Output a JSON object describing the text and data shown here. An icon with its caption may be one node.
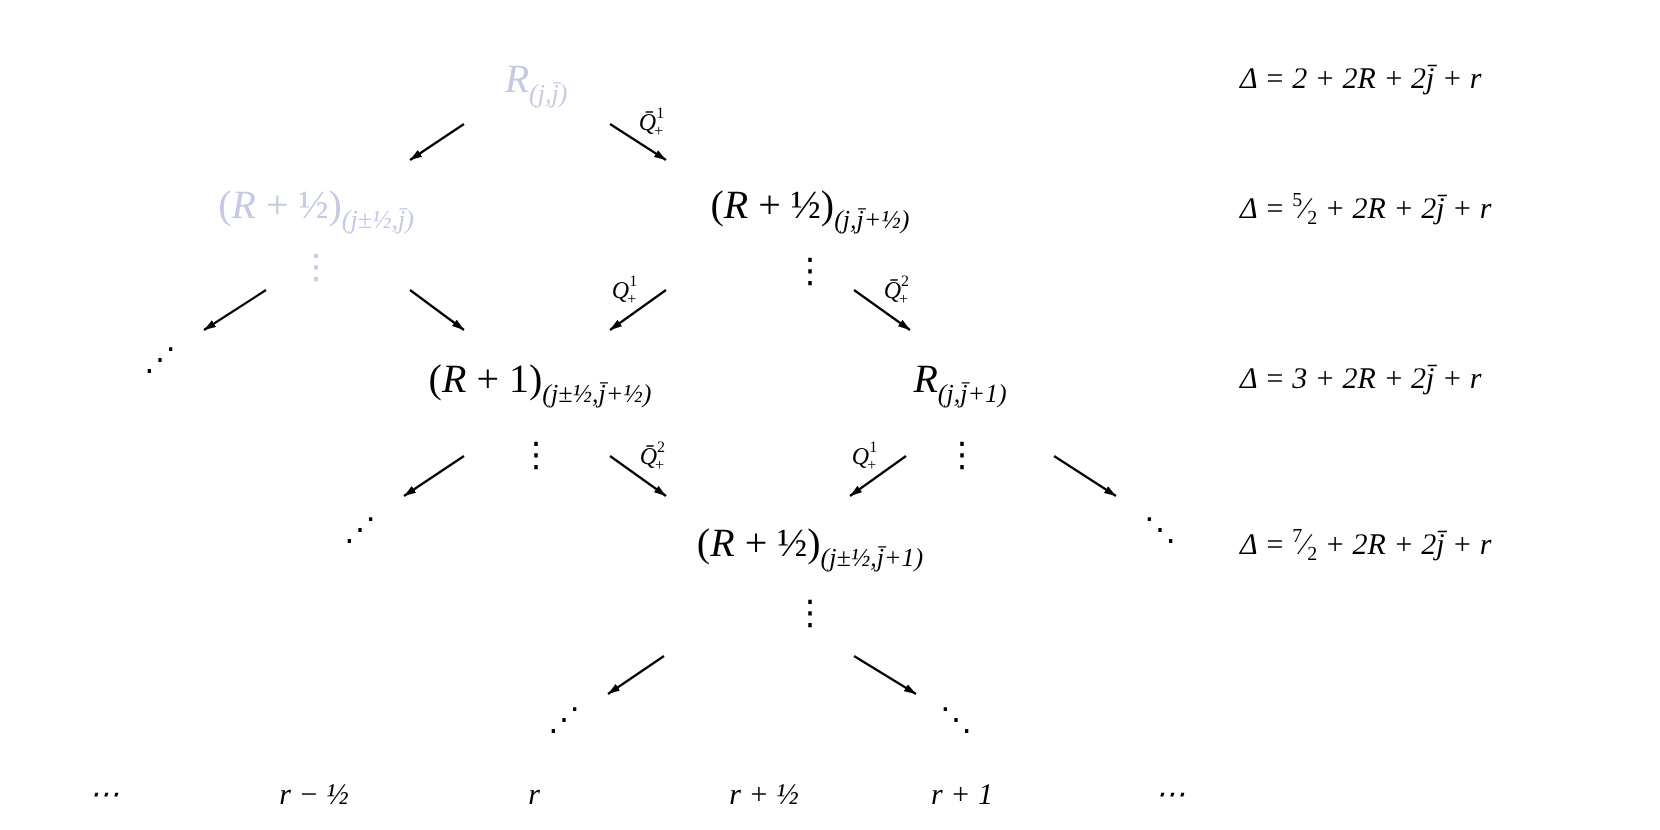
{
  "diagram": {
    "nodes": [
      {
        "text": [
          "*R*$_{(j,j̄)}$"
        ]
      },
      {
        "text": [
          "(*R* + ½)$_{(j±½,j̄)}$"
        ],
        "beside": [
          "⋮"
        ]
      },
      {
        "text": [
          "(*R* + ½)$_{(j,j̄+½)}$"
        ],
        "beside": [
          "⋮"
        ]
      },
      {
        "text": [
          "⋰"
        ]
      },
      {
        "text": [
          "(*R* + 1)$_{(j±½,j̄+½)}$"
        ],
        "beside": [
          "⋮"
        ]
      },
      {
        "text": [
          "*R*$_{(j,j̄+1)}$"
        ],
        "beside": [
          "⋮"
        ]
      },
      {
        "text": [
          "⋰"
        ]
      },
      {
        "text": [
          "(*R* + ½)$_{(j±½,j̄+1)}$"
        ],
        "beside": [
          "⋮"
        ]
      },
      {
        "text": [
          "⋱"
        ]
      },
      {
        "text": [
          "⋰"
        ]
      },
      {
        "text": [
          "⋱"
        ]
      }
    ],
    "edges": [
      {
        "from": 0,
        "to": 1,
        "arrow": "to"
      },
      {
        "from": 0,
        "to": 2,
        "arrow": "to",
        "label": "Q̄$^{1}$$_{+}$"
      },
      {
        "from": 1,
        "to": 3,
        "arrow": "to"
      },
      {
        "from": 1,
        "to": 4,
        "arrow": "to"
      },
      {
        "from": 2,
        "to": 4,
        "arrow": "to",
        "label": "Q$^{1}$$_{+}$"
      },
      {
        "from": 2,
        "to": 5,
        "arrow": "to",
        "label": "Q̄$^{2}$$_{+}$"
      },
      {
        "from": 4,
        "to": 6,
        "arrow": "to"
      },
      {
        "from": 4,
        "to": 7,
        "arrow": "to",
        "label": "Q̄$^{2}$$_{+}$"
      },
      {
        "from": 5,
        "to": 7,
        "arrow": "to",
        "label": "Q$^{1}$$_{+}$"
      },
      {
        "from": 5,
        "to": 8,
        "arrow": "to"
      },
      {
        "from": 7,
        "to": 9,
        "arrow": "to"
      },
      {
        "from": 7,
        "to": 10,
        "arrow": "to"
      }
    ],
    "labels": [
      "Δ = 2 + 2R + 2j̄ + r",
      "Δ = $^{5}$⁄$_{2}$ + 2R + 2j̄ + r",
      "Δ = 3 + 2R + 2j̄ + r",
      "Δ = $^{7}$⁄$_{2}$ + 2R + 2j̄ + r",
      "⋯",
      "r − ½",
      "r",
      "r + ½",
      "r + 1",
      "⋯"
    ]
  }
}
